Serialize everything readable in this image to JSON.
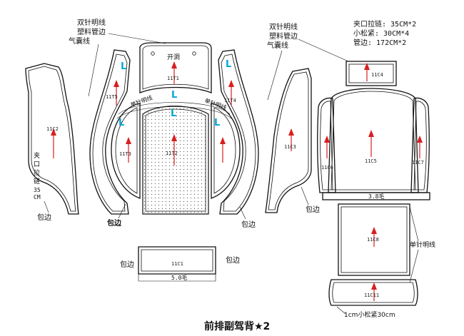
{
  "title": "前排副驾背★2",
  "notes": {
    "left_line1": "双针明线",
    "left_line2": "塑料管边",
    "left_line3": "气囊线",
    "right_line1": "双针明线",
    "right_line2": "塑料管边",
    "right_line3": "气囊线",
    "spec_zipper": "夹口拉链: 35CM*2",
    "spec_elastic": "小松紧: 30CM*4",
    "spec_piping": "管边: 172CM*2",
    "open_hole": "开洞",
    "side_zip_vertical": "夹口拉链35CM",
    "single_needle": "单针明线",
    "band_width_left": "5.0毛",
    "band_width_right": "3.8毛",
    "bottom_note": "1cm小松紧30cm",
    "stitch_arc_left": "单针明线",
    "stitch_arc_right": "单针明线"
  },
  "edge_labels": {
    "e1": "包边",
    "e2": "包边",
    "e3": "包边",
    "e4": "包边",
    "e5": "包边",
    "e6": "包边"
  },
  "direction_mark": "L",
  "pieces": {
    "c2": "11C2",
    "t5": "11T5",
    "t1": "11T1",
    "t4": "11T4",
    "t3": "11T3",
    "t2": "11T2",
    "c3": "11C3",
    "c4": "11C4",
    "c5": "11C5",
    "c6": "11C6",
    "c7": "11C7",
    "c8": "11C8",
    "c1": "11C1",
    "c11": "11C11"
  },
  "colors": {
    "grain_arrow": "#d91e1e",
    "direction_mark": "#00a6d6",
    "outline": "#111111"
  }
}
